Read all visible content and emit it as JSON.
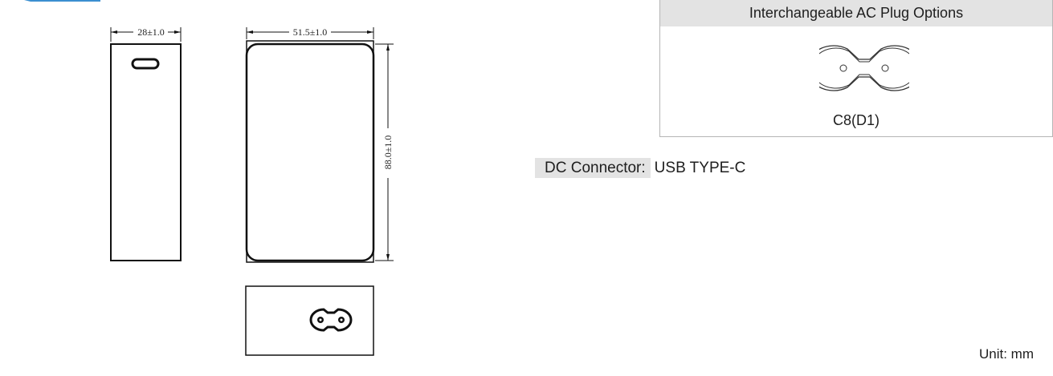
{
  "dimensions": {
    "side_width": "28±1.0",
    "front_width": "51.5±1.0",
    "front_height": "88.0±1.0"
  },
  "plug_options": {
    "title": "Interchangeable AC Plug Options",
    "plug_name": "C8(D1)"
  },
  "dc_connector": {
    "label": "DC Connector:",
    "value": "USB TYPE-C"
  },
  "unit_label": "Unit: mm"
}
